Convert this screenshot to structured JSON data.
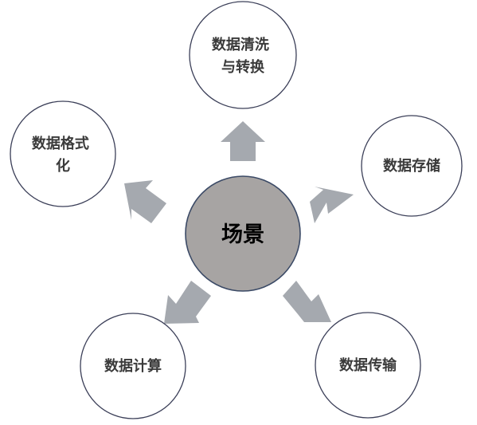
{
  "center": {
    "label": "场景"
  },
  "nodes": [
    {
      "id": "top",
      "lines": [
        "数据清洗",
        "与转换"
      ]
    },
    {
      "id": "left",
      "lines": [
        "数据格式",
        "化"
      ]
    },
    {
      "id": "right",
      "lines": [
        "数据存储"
      ]
    },
    {
      "id": "bottom-left",
      "lines": [
        "数据计算"
      ]
    },
    {
      "id": "bottom-right",
      "lines": [
        "数据传输"
      ]
    }
  ],
  "colors": {
    "center_fill": "#a7a4a3",
    "center_stroke": "#3b4a66",
    "node_stroke": "#3b3f58",
    "arrow_fill": "#a5a9af"
  }
}
